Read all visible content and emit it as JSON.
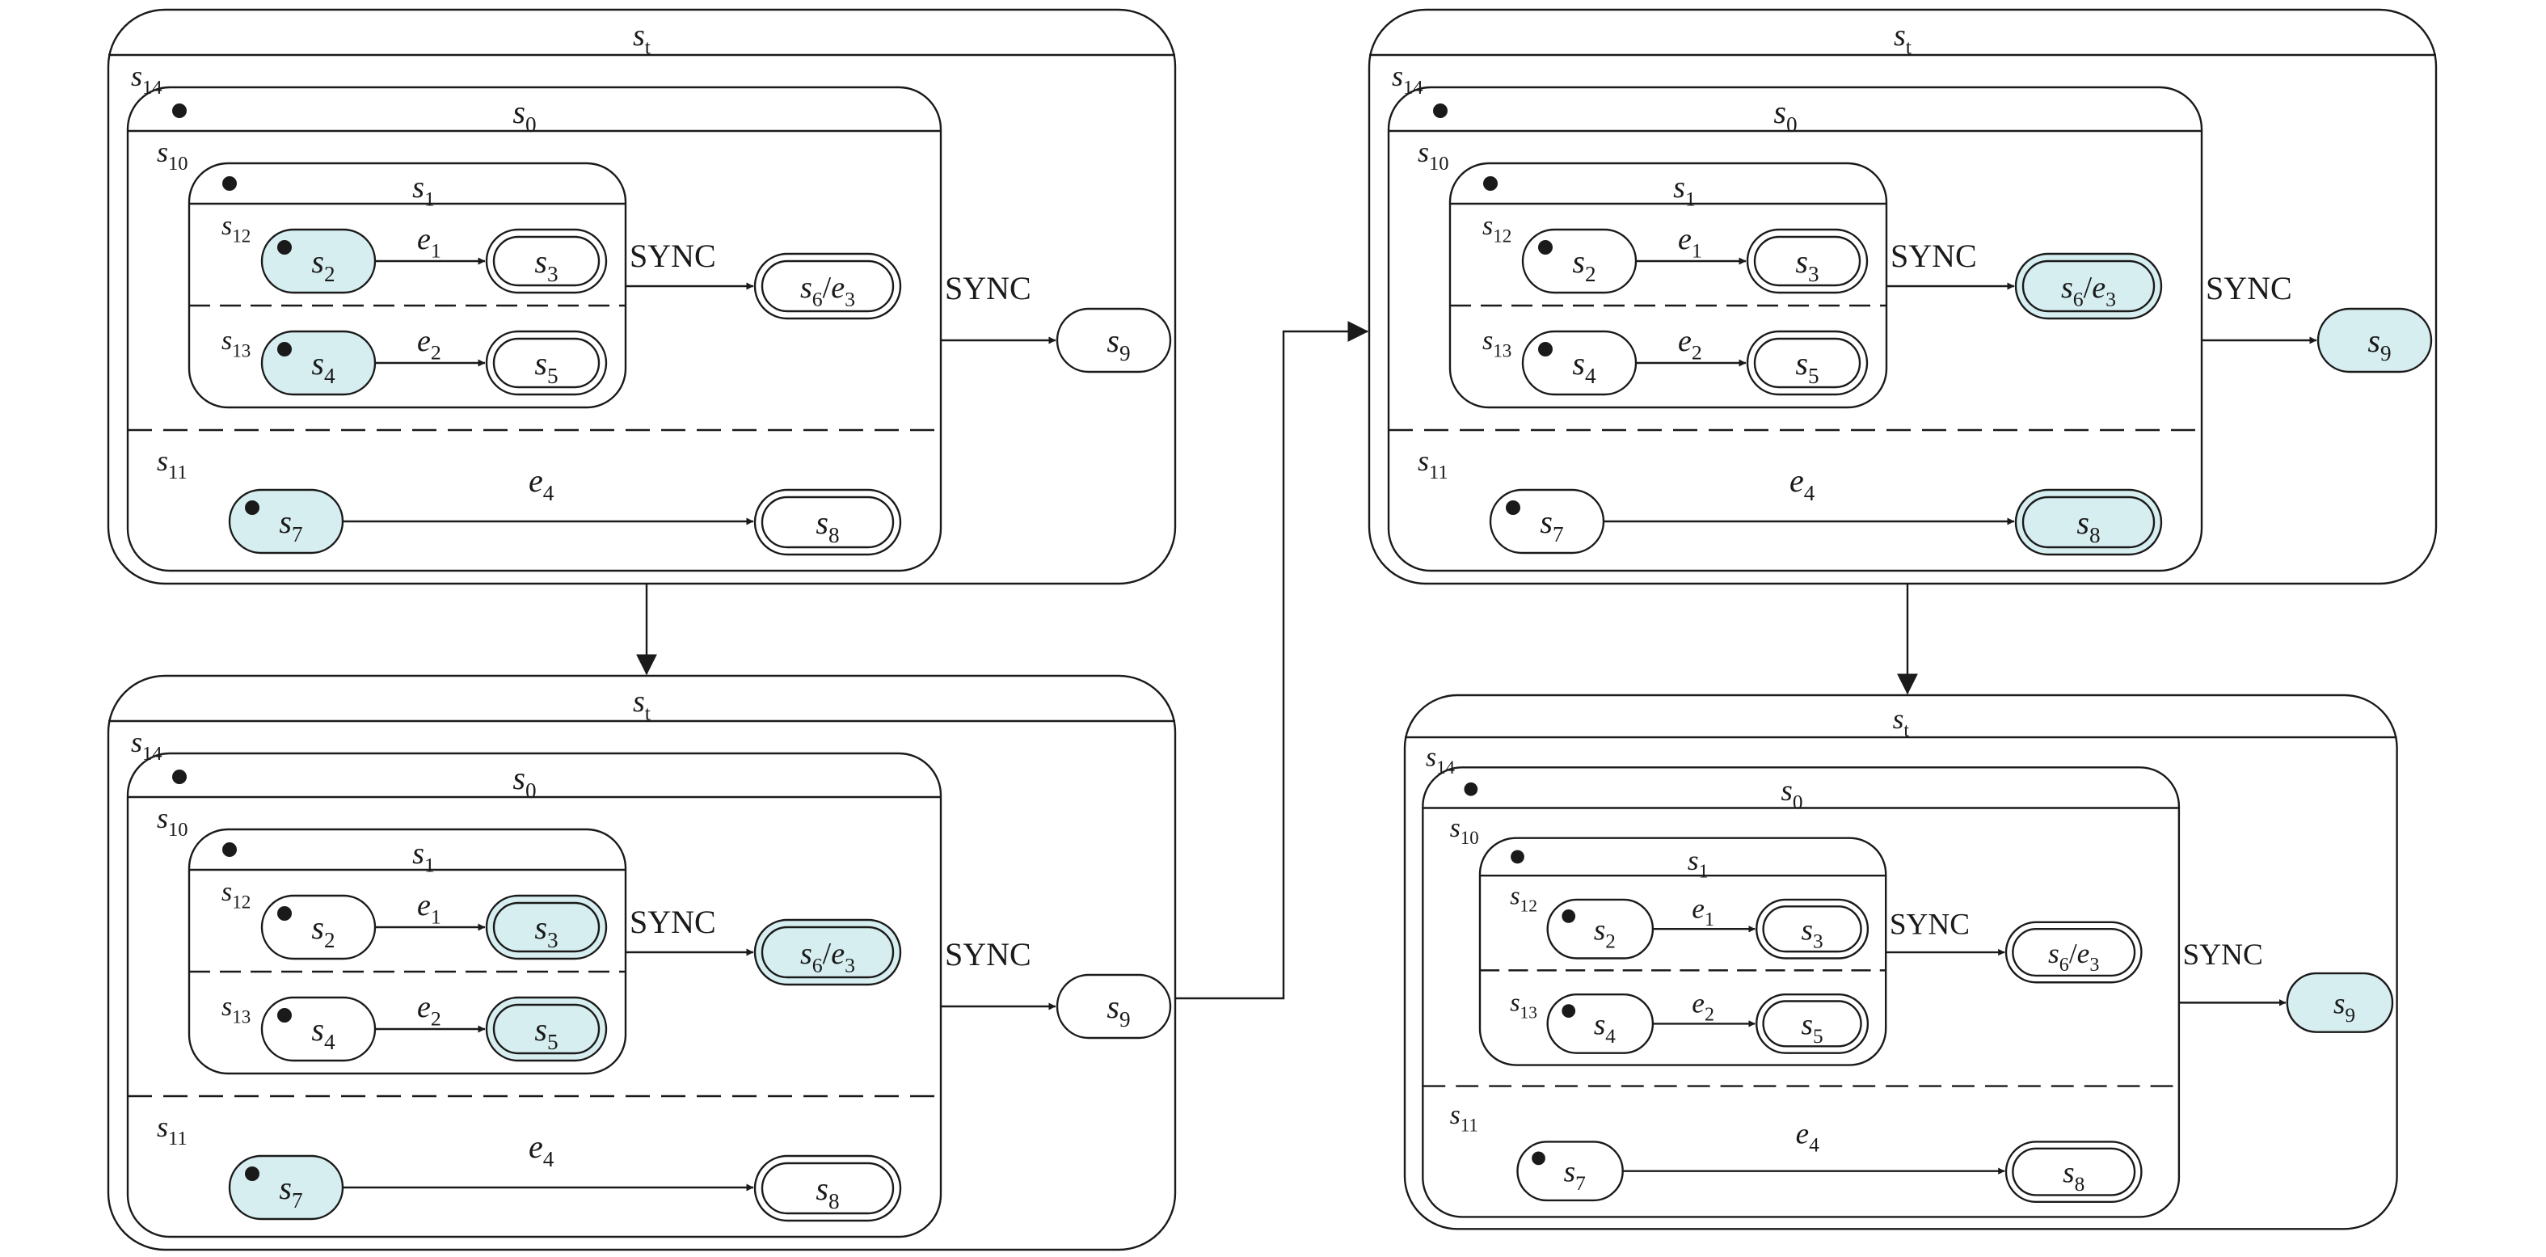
{
  "colors": {
    "active_fill": "#d7eef0",
    "stroke": "#1a1a1a",
    "background": "#ffffff"
  },
  "labels": {
    "sync": "SYNC"
  },
  "panels": [
    {
      "id": "p1",
      "root": "s_t",
      "composite": "s14",
      "orth_top": "s0",
      "region_a": "s10",
      "region_b": "s11",
      "inner": "s1",
      "inner_a": "s12",
      "inner_b": "s13",
      "states": [
        {
          "key": "s2",
          "sub": "2",
          "active": true
        },
        {
          "key": "s3",
          "sub": "3",
          "active": false
        },
        {
          "key": "s4",
          "sub": "4",
          "active": true
        },
        {
          "key": "s5",
          "sub": "5",
          "active": false
        },
        {
          "key": "s6/e3",
          "active": false
        },
        {
          "key": "s7",
          "sub": "7",
          "active": true
        },
        {
          "key": "s8",
          "sub": "8",
          "active": false
        },
        {
          "key": "s9",
          "sub": "9",
          "active": false
        }
      ],
      "events": [
        "e1",
        "e2",
        "e4"
      ]
    },
    {
      "id": "p2",
      "root": "s_t",
      "composite": "s14",
      "orth_top": "s0",
      "region_a": "s10",
      "region_b": "s11",
      "inner": "s1",
      "inner_a": "s12",
      "inner_b": "s13",
      "states": [
        {
          "key": "s2",
          "sub": "2",
          "active": false
        },
        {
          "key": "s3",
          "sub": "3",
          "active": true
        },
        {
          "key": "s4",
          "sub": "4",
          "active": false
        },
        {
          "key": "s5",
          "sub": "5",
          "active": true
        },
        {
          "key": "s6/e3",
          "active": true
        },
        {
          "key": "s7",
          "sub": "7",
          "active": true
        },
        {
          "key": "s8",
          "sub": "8",
          "active": false
        },
        {
          "key": "s9",
          "sub": "9",
          "active": false
        }
      ],
      "events": [
        "e1",
        "e2",
        "e4"
      ]
    },
    {
      "id": "p3",
      "root": "s_t",
      "composite": "s14",
      "orth_top": "s0",
      "region_a": "s10",
      "region_b": "s11",
      "inner": "s1",
      "inner_a": "s12",
      "inner_b": "s13",
      "states": [
        {
          "key": "s2",
          "sub": "2",
          "active": false
        },
        {
          "key": "s3",
          "sub": "3",
          "active": false
        },
        {
          "key": "s4",
          "sub": "4",
          "active": false
        },
        {
          "key": "s5",
          "sub": "5",
          "active": false
        },
        {
          "key": "s6/e3",
          "active": true
        },
        {
          "key": "s7",
          "sub": "7",
          "active": false
        },
        {
          "key": "s8",
          "sub": "8",
          "active": true
        },
        {
          "key": "s9",
          "sub": "9",
          "active": true
        }
      ],
      "events": [
        "e1",
        "e2",
        "e4"
      ]
    },
    {
      "id": "p4",
      "root": "s_t",
      "composite": "s14",
      "orth_top": "s0",
      "region_a": "s10",
      "region_b": "s11",
      "inner": "s1",
      "inner_a": "s12",
      "inner_b": "s13",
      "states": [
        {
          "key": "s2",
          "sub": "2",
          "active": false
        },
        {
          "key": "s3",
          "sub": "3",
          "active": false
        },
        {
          "key": "s4",
          "sub": "4",
          "active": false
        },
        {
          "key": "s5",
          "sub": "5",
          "active": false
        },
        {
          "key": "s6/e3",
          "active": false
        },
        {
          "key": "s7",
          "sub": "7",
          "active": false
        },
        {
          "key": "s8",
          "sub": "8",
          "active": false
        },
        {
          "key": "s9",
          "sub": "9",
          "active": true
        }
      ],
      "events": [
        "e1",
        "e2",
        "e4"
      ]
    }
  ]
}
